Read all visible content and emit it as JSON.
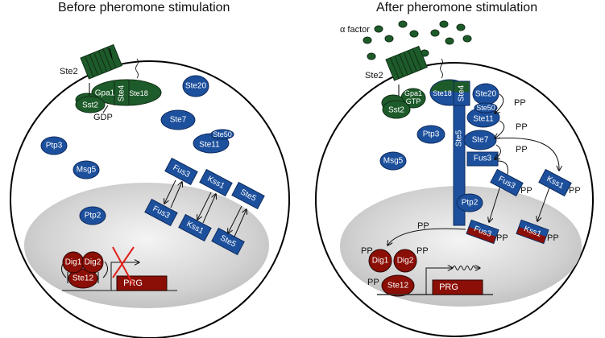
{
  "panels": {
    "before": {
      "title": "Before pheromone stimulation",
      "receptor": "Ste2",
      "g_protein": {
        "alpha": "Gpa1",
        "beta": "Ste4",
        "gamma": "Ste18",
        "nucleotide": "GDP"
      },
      "rgs": "Sst2",
      "cytoplasm_proteins": [
        "Ste20",
        "Ste7",
        "Ste50",
        "Ste11",
        "Ptp3",
        "Msg5"
      ],
      "shuttling": [
        "Fus3",
        "Kss1",
        "Ste5"
      ],
      "nuclear_proteins": [
        "Ptp2"
      ],
      "repressor_complex": [
        "Dig1",
        "Dig2",
        "Ste12"
      ],
      "gene": "PRG",
      "transcription": "blocked"
    },
    "after": {
      "title": "After pheromone stimulation",
      "ligand": "α factor",
      "receptor": "Ste2",
      "g_protein": {
        "alpha": "Gpa1",
        "nucleotide": "GTP",
        "beta": "Ste4",
        "gamma": "Ste18"
      },
      "rgs": "Sst2",
      "scaffold": "Ste5",
      "cascade": [
        "Ste20",
        "Ste50",
        "Ste11",
        "Ste7",
        "Fus3"
      ],
      "phospho_label": "PP",
      "cytoplasm_proteins": [
        "Ptp3",
        "Msg5"
      ],
      "active_kinases": [
        "Fus3",
        "Kss1"
      ],
      "nuclear_proteins": [
        "Ptp2"
      ],
      "transcription_factors": [
        "Dig1",
        "Dig2",
        "Ste12"
      ],
      "gene": "PRG",
      "transcription": "active"
    }
  },
  "colors": {
    "mapk_blue": "#1d509c",
    "gprotein_green": "#1e5b2a",
    "nuclear_red": "#8b0f06",
    "block_x": "#e0201a",
    "nucleus_gray": "#c8c8c8"
  }
}
